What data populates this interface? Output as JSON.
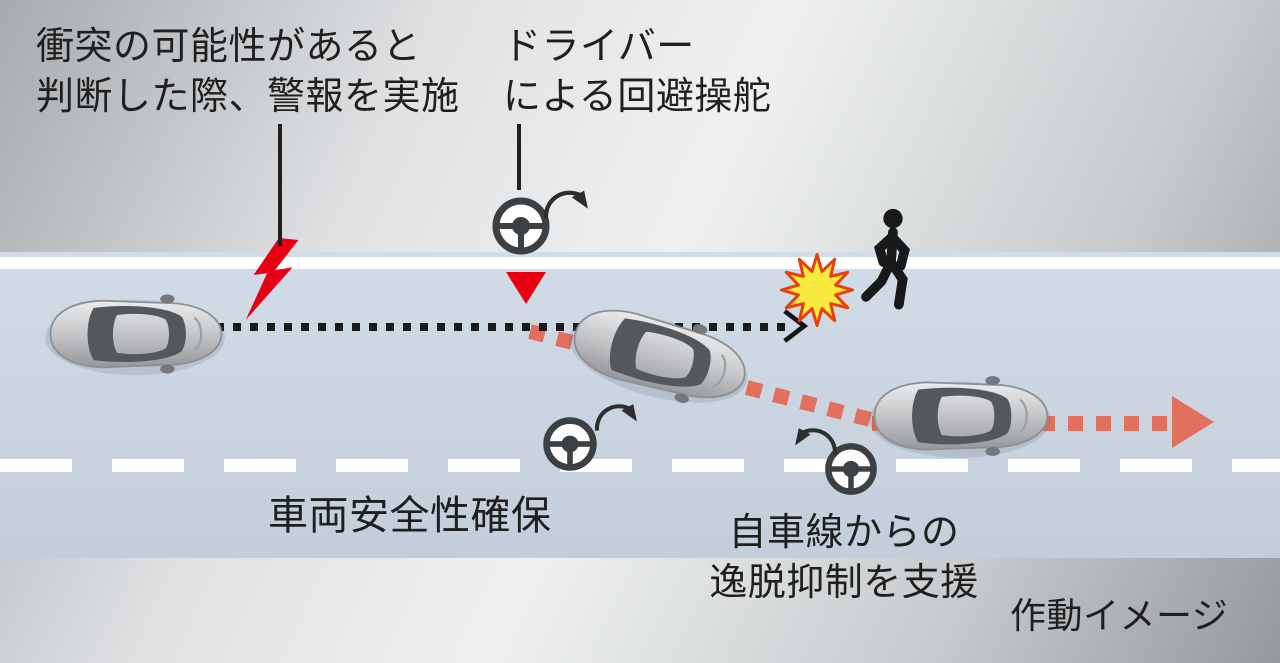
{
  "labels": {
    "collision_warning_line1": "衝突の可能性があると",
    "collision_warning_line2": "判断した際、警報を実施",
    "driver_line1": "ドライバー",
    "driver_line2": "による回避操舵",
    "vehicle_safety": "車両安全性確保",
    "lane_keep_line1": "自車線からの",
    "lane_keep_line2": "逸脱抑制を支援",
    "caption": "作動イメージ"
  },
  "icons": {
    "warning_bolt": "red-lightning-bolt",
    "driver_steering": "steering-wheel-with-rotation-arrow",
    "collision": "collision-starburst",
    "pedestrian": "walking-person",
    "vehicle": "car-top-view",
    "alert_marker": "red-down-triangle",
    "trajectory_planned": "black-dotted-arrow",
    "trajectory_avoidance": "red-dotted-arrow"
  },
  "colors": {
    "alert_red": "#e60012",
    "path_red": "#e2705e",
    "star_yellow": "#f7ea3d",
    "star_outline": "#e8400c",
    "road": "#ccd7e3",
    "lane_marking": "#ffffff",
    "trajectory_black": "#1a1a1a",
    "text": "#1f1f1f"
  }
}
